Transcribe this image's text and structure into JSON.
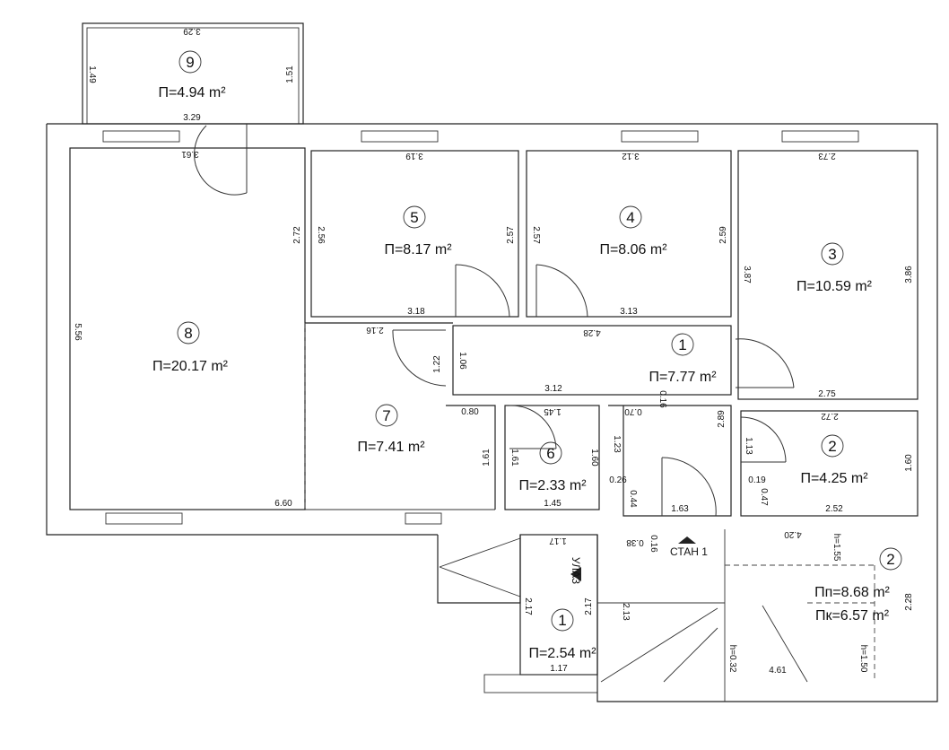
{
  "rooms": [
    {
      "id": "room-9",
      "number": "9",
      "area": "П=4.94 m²"
    },
    {
      "id": "room-8",
      "number": "8",
      "area": "П=20.17 m²"
    },
    {
      "id": "room-5",
      "number": "5",
      "area": "П=8.17 m²"
    },
    {
      "id": "room-4",
      "number": "4",
      "area": "П=8.06 m²"
    },
    {
      "id": "room-3",
      "number": "3",
      "area": "П=10.59 m²"
    },
    {
      "id": "room-1-hall",
      "number": "1",
      "area": "П=7.77 m²"
    },
    {
      "id": "room-7",
      "number": "7",
      "area": "П=7.41 m²"
    },
    {
      "id": "room-6",
      "number": "6",
      "area": "П=2.33 m²"
    },
    {
      "id": "room-2",
      "number": "2",
      "area": "П=4.25 m²"
    },
    {
      "id": "room-1-entry",
      "number": "1",
      "area": "П=2.54 m²"
    },
    {
      "id": "room-2-stair",
      "number": "2",
      "area": "Пп=8.68 m²",
      "area2": "Пк=6.57 m²"
    }
  ],
  "labels": {
    "entrance": "УЛАЗ",
    "apartment": "СТАН 1"
  },
  "dimensions": [
    "3.29",
    "1.49",
    "1.51",
    "3.29",
    "3.61",
    "2.72",
    "5.56",
    "6.60",
    "3.19",
    "2.56",
    "2.57",
    "3.18",
    "3.12",
    "2.57",
    "2.59",
    "3.13",
    "2.73",
    "3.87",
    "3.86",
    "2.75",
    "2.16",
    "1.22",
    "1.06",
    "4.28",
    "0.80",
    "1.61",
    "3.12",
    "0.16",
    "1.45",
    "1.61",
    "1.60",
    "1.45",
    "0.70",
    "1.23",
    "0.26",
    "0.44",
    "1.63",
    "2.89",
    "2.72",
    "1.13",
    "1.60",
    "0.19",
    "0.47",
    "2.52",
    "1.17",
    "0.38",
    "0.16",
    "4.20",
    "h=1.55",
    "2.28",
    "2.17",
    "2.17",
    "2.13",
    "1.17",
    "h=0.32",
    "4.61",
    "h=1.50"
  ]
}
